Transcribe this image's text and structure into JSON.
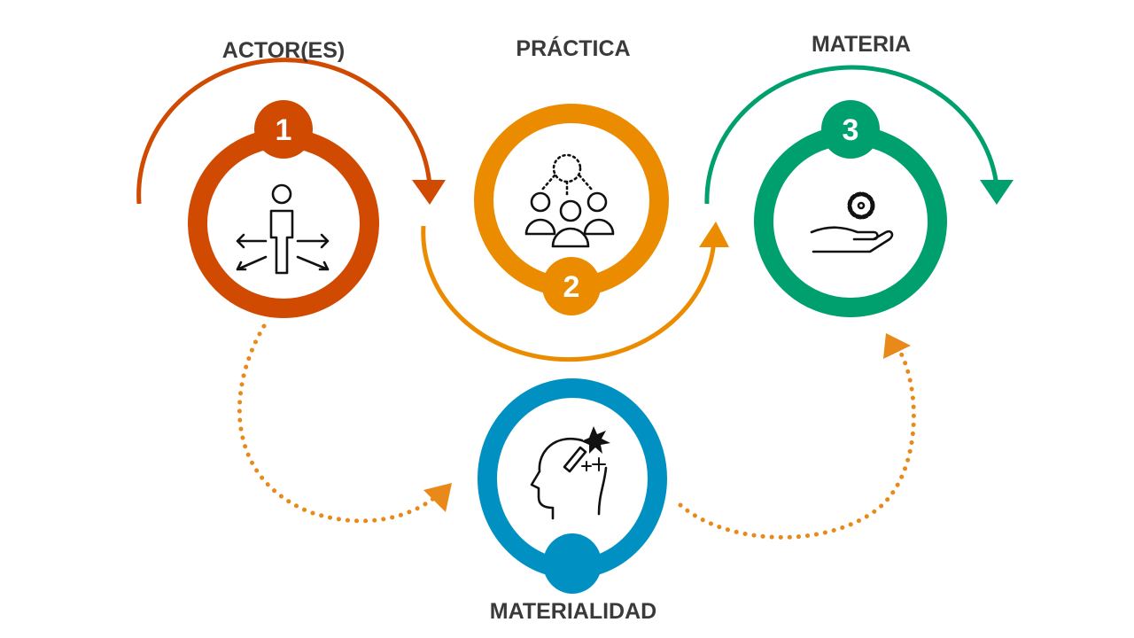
{
  "steps": [
    {
      "number": "1",
      "label": "ACTOR(ES)",
      "icon": "person-arrows-icon",
      "color": "#d04a02"
    },
    {
      "number": "2",
      "label": "PRÁCTICA",
      "icon": "group-network-icon",
      "color": "#eb8c00"
    },
    {
      "number": "3",
      "label": "MATERIA",
      "icon": "hand-gear-icon",
      "color": "#00a06e"
    }
  ],
  "bottom": {
    "label": "MATERIALIDAD",
    "icon": "head-magic-wand-icon",
    "color": "#0091c2"
  },
  "dotted_color": "#e8891a"
}
